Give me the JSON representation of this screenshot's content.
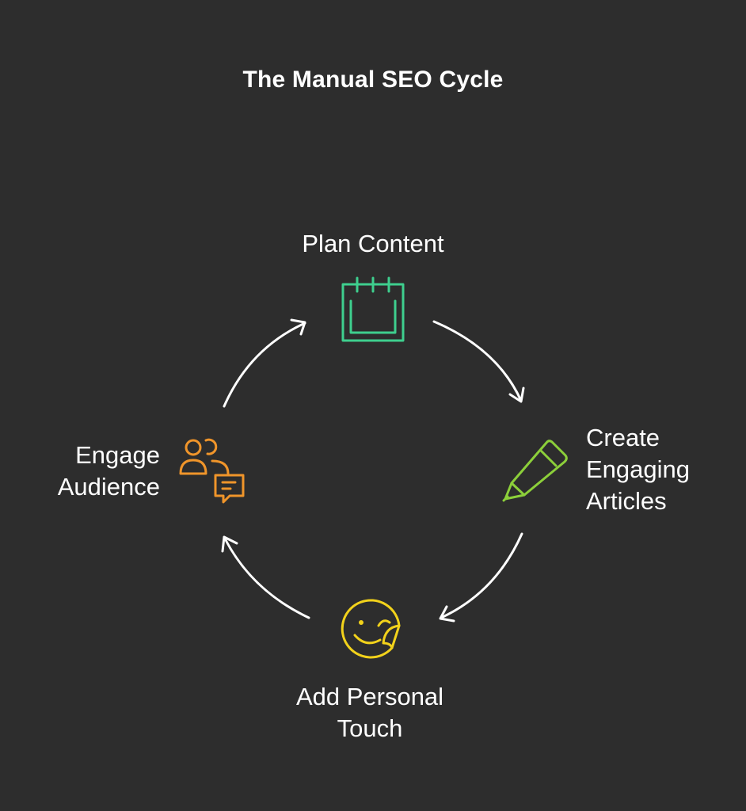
{
  "title": "The Manual SEO Cycle",
  "steps": [
    {
      "lines": [
        "Plan Content"
      ],
      "icon": "calendar-icon",
      "color": "#3ecf8e"
    },
    {
      "lines": [
        "Create",
        "Engaging",
        "Articles"
      ],
      "icon": "pencil-icon",
      "color": "#8ccf3a"
    },
    {
      "lines": [
        "Add Personal",
        "Touch"
      ],
      "icon": "smiley-sticker-icon",
      "color": "#f2d21b"
    },
    {
      "lines": [
        "Engage",
        "Audience"
      ],
      "icon": "users-chat-icon",
      "color": "#f0952a"
    }
  ],
  "arrow_color": "#ffffff"
}
